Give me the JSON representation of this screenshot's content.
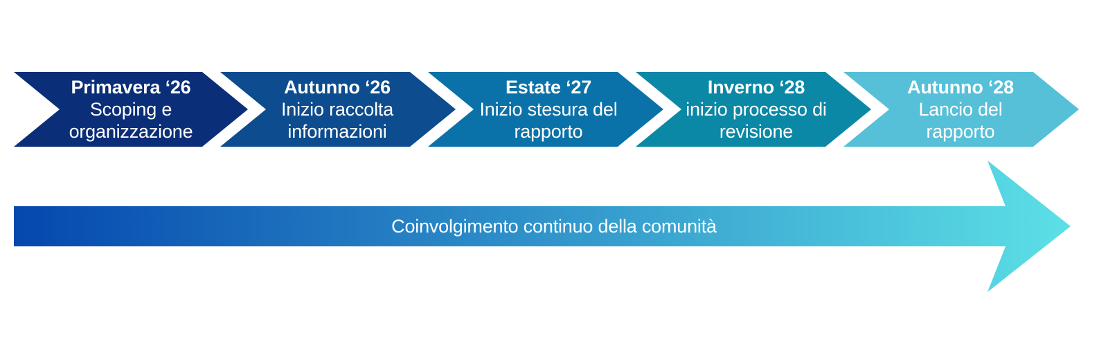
{
  "stages": [
    {
      "title": "Primavera ‘26",
      "description": "Scoping e\norganizzazione",
      "color": "#0A2E78"
    },
    {
      "title": "Autunno ‘26",
      "description": "Inizio raccolta\ninformazioni",
      "color": "#0D4C8E"
    },
    {
      "title": "Estate ‘27",
      "description": "Inizio stesura del\nrapporto",
      "color": "#0A72A8"
    },
    {
      "title": "Inverno ‘28",
      "description": "inizio processo di\nrevisione",
      "color": "#0B88A6"
    },
    {
      "title": "Autunno ‘28",
      "description": "Lancio del\nrapporto",
      "color": "#55C0D8"
    }
  ],
  "engagement_arrow": {
    "label": "Coinvolgimento continuo della comunità",
    "gradient_start": "#0547AE",
    "gradient_end": "#5CE0E6"
  }
}
